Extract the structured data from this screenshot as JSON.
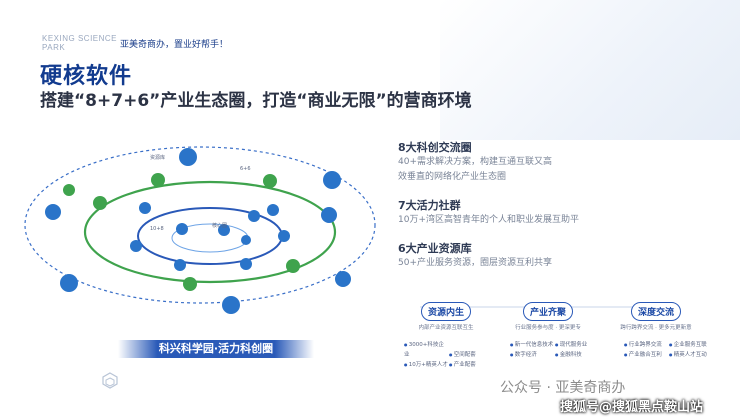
{
  "header": {
    "brand_line1": "KEXING SCIENCE",
    "brand_line2": "PARK",
    "tagline": "亚美奇商办，置业好帮手！",
    "title": "硬核软件",
    "subtitle": "搭建“8+7+6”产业生态圈，打造“商业无限”的营商环境"
  },
  "diagram": {
    "outer_label": "资源库",
    "mid_label": "6+6\n活力社群",
    "inner_label": "10+8\n科创社群",
    "core_label": "核心圈",
    "park_title": "科兴科学园·活力科创圈"
  },
  "info": {
    "sections": [
      {
        "heading": "8大科创交流圈",
        "text1": "40+需求解决方案，构建互通互联又高",
        "text2": "效垂直的网络化产业生态圈"
      },
      {
        "heading": "7大活力社群",
        "text1": "10万+湾区高智青年的个人和职业发展互助平",
        "text2": ""
      },
      {
        "heading": "6大产业资源库",
        "text1": "50+产业服务资源，圈层资源互利共享",
        "text2": ""
      }
    ]
  },
  "cards": [
    {
      "tag": "资源内生",
      "desc": "内部产业资源互联互生",
      "b1": "3000+科技企业",
      "b2": "空间配套",
      "b3": "10万+精英人才",
      "b4": "产业配套"
    },
    {
      "tag": "产业齐聚",
      "desc": "行业服务参与度 · 更深更专",
      "b1": "新一代信息技术",
      "b2": "现代服务业",
      "b3": "数字经济",
      "b4": "金融科技"
    },
    {
      "tag": "深度交流",
      "desc": "跨行跨界交流 · 更多元更新意",
      "b1": "行业跨界交流",
      "b2": "企业服务互联",
      "b3": "产业融合互利",
      "b4": "精英人才互动"
    }
  ],
  "watermarks": {
    "mid": "公众号 · 亚美奇商办",
    "bottom": "搜狐号@搜狐黑点鞍山站"
  },
  "colors": {
    "primary": "#123b8f",
    "accent": "#2a59b8",
    "green": "#3fa34d",
    "icon_blue": "#2a74c9"
  }
}
